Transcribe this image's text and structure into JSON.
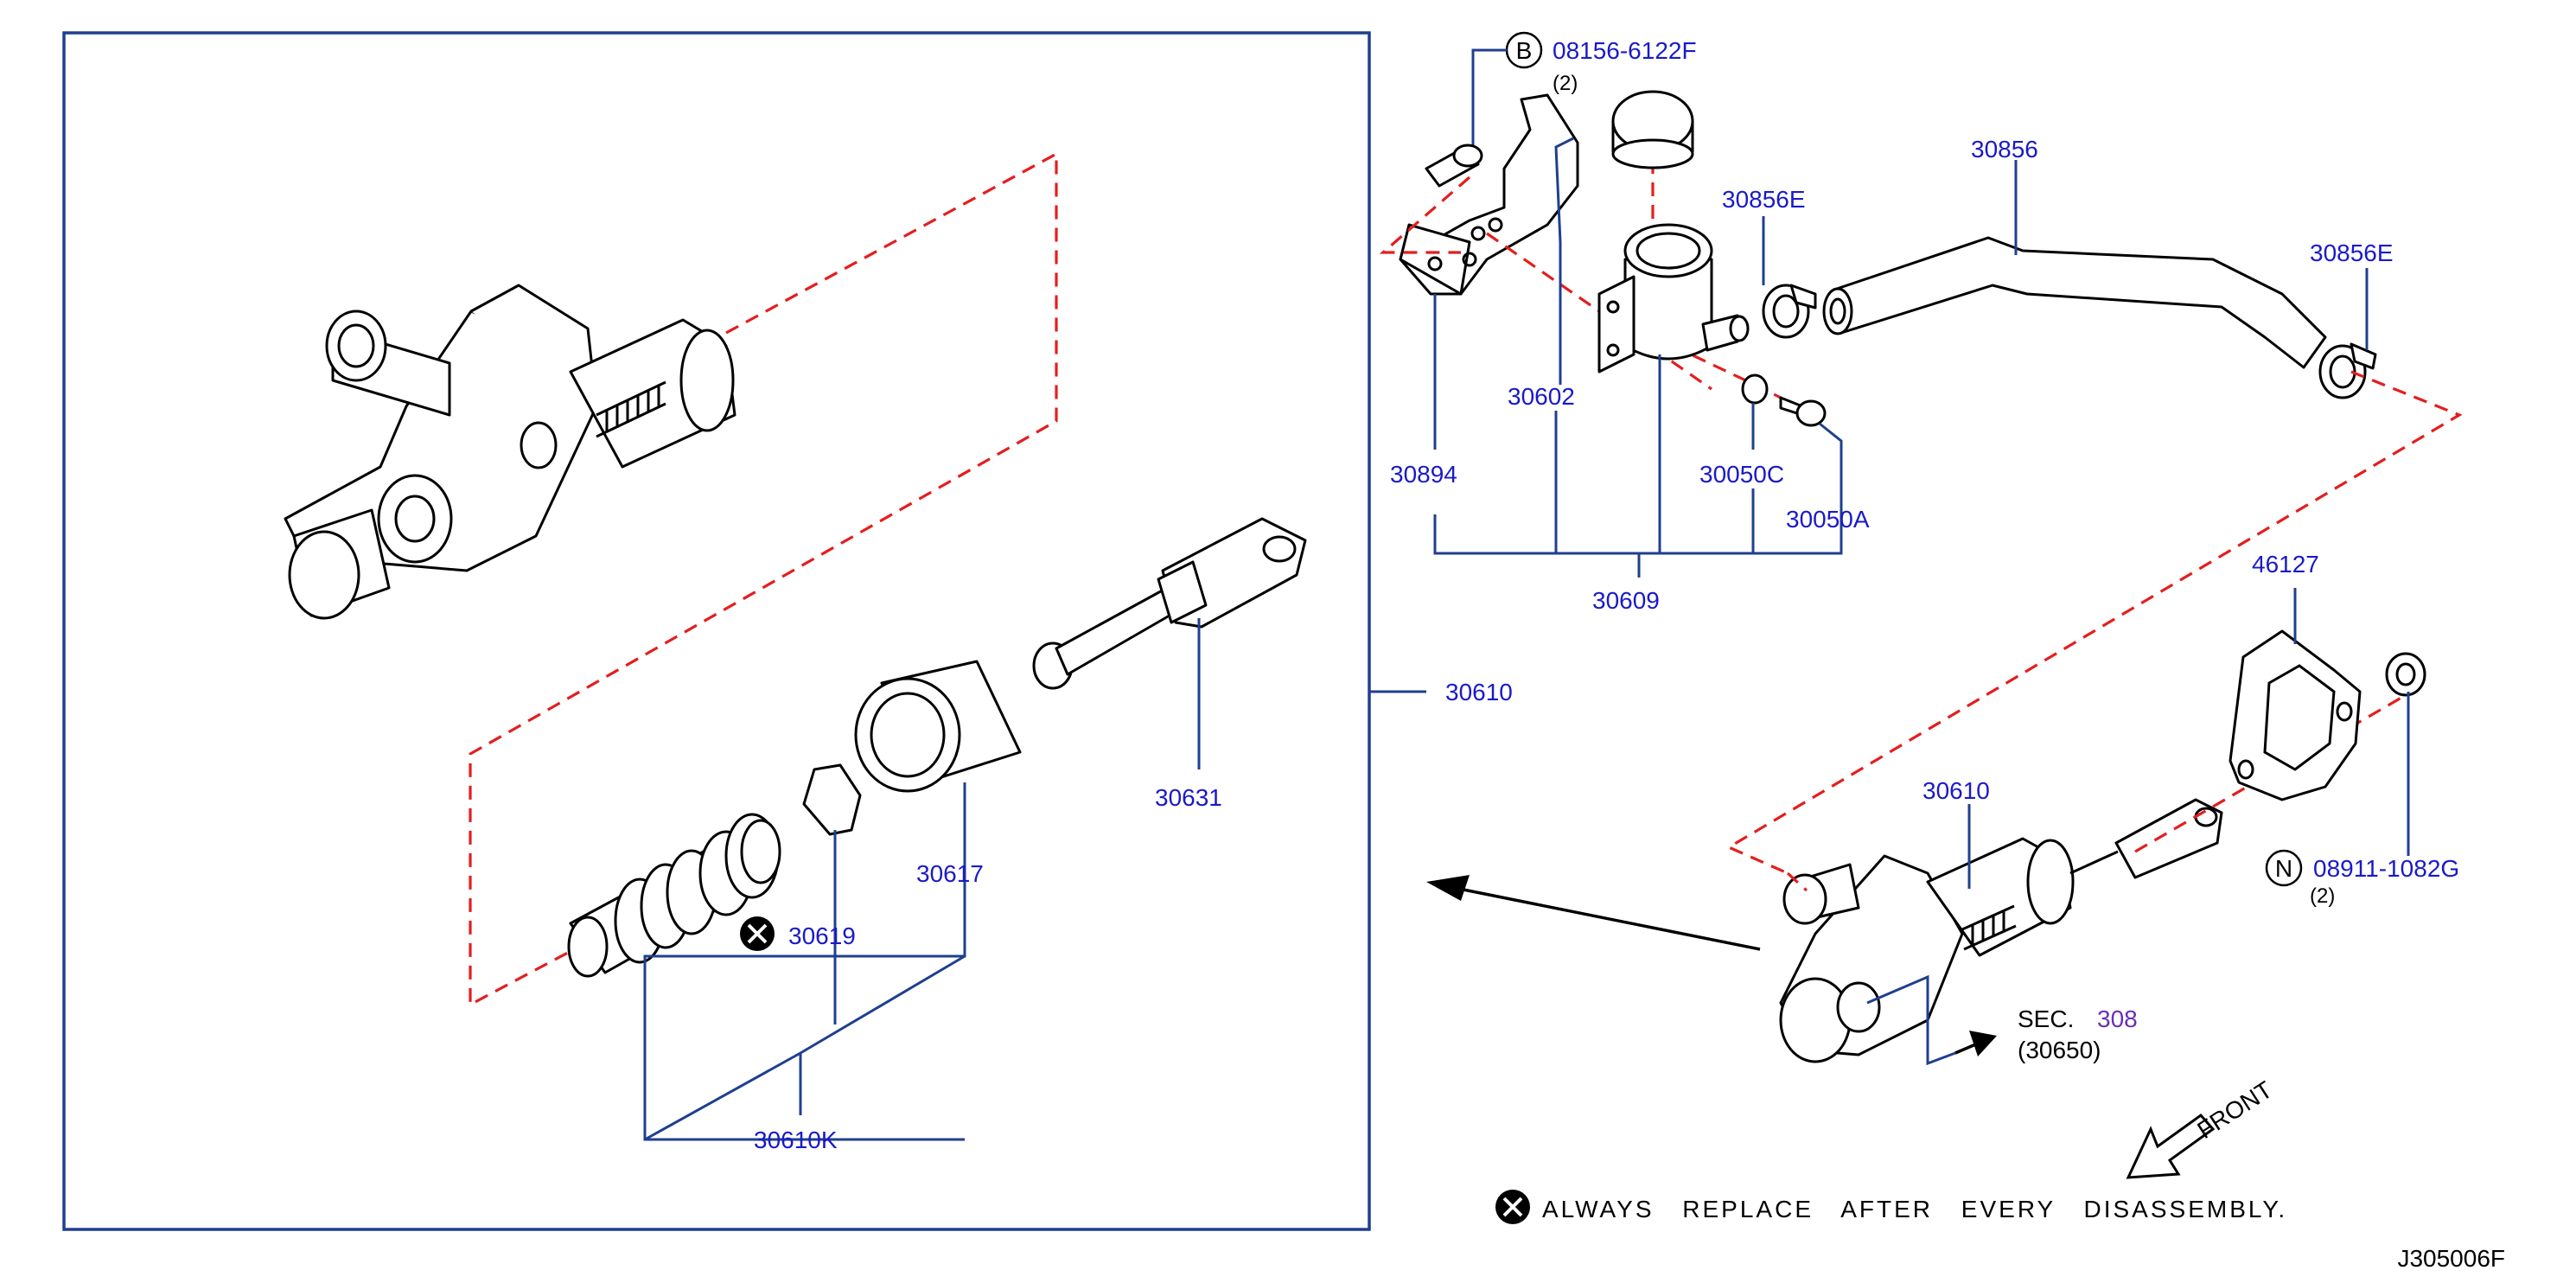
{
  "diagram_id": "J305006F",
  "note": {
    "text": "ALWAYS REPLACE AFTER EVERY DISASSEMBLY."
  },
  "front_label": "FRONT",
  "section_ref": {
    "prefix": "SEC.",
    "number": "308",
    "sub": "(30650)"
  },
  "callouts": {
    "bolt_b": {
      "symbol": "B",
      "part": "08156-6122F",
      "qty": "(2)"
    },
    "nut_n": {
      "symbol": "N",
      "part": "08911-1082G",
      "qty": "(2)"
    }
  },
  "labels": {
    "p30856": "30856",
    "p30856e_a": "30856E",
    "p30856e_b": "30856E",
    "p30602": "30602",
    "p30894": "30894",
    "p30050c": "30050C",
    "p30050a": "30050A",
    "p30609": "30609",
    "p30610_box": "30610",
    "p30610_asm": "30610",
    "p46127": "46127",
    "p30631": "30631",
    "p30617": "30617",
    "p30619": "30619",
    "p30610k": "30610K"
  },
  "colors": {
    "label_blue": "#1a1ac8",
    "leader_blue": "#1f3f8f",
    "dash_red": "#e41e1e",
    "section_purple": "#6a2fb8",
    "line_black": "#000000"
  }
}
